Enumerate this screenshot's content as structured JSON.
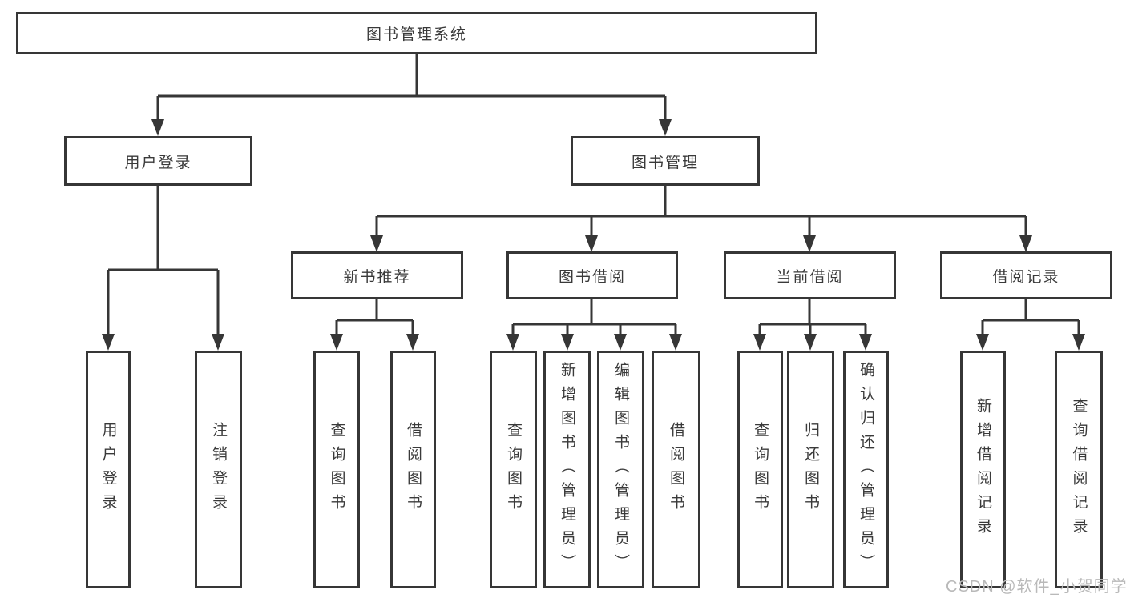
{
  "diagram": {
    "title": "图书管理系统",
    "root": {
      "label": "图书管理系统",
      "children": [
        {
          "label": "用户登录",
          "children": [
            {
              "label": "用户登录"
            },
            {
              "label": "注销登录"
            }
          ]
        },
        {
          "label": "图书管理",
          "children": [
            {
              "label": "新书推荐",
              "children": [
                {
                  "label": "查询图书"
                },
                {
                  "label": "借阅图书"
                }
              ]
            },
            {
              "label": "图书借阅",
              "children": [
                {
                  "label": "查询图书"
                },
                {
                  "label": "新增图书（管理员）"
                },
                {
                  "label": "编辑图书（管理员）"
                },
                {
                  "label": "借阅图书"
                }
              ]
            },
            {
              "label": "当前借阅",
              "children": [
                {
                  "label": "查询图书"
                },
                {
                  "label": "归还图书"
                },
                {
                  "label": "确认归还（管理员）"
                }
              ]
            },
            {
              "label": "借阅记录",
              "children": [
                {
                  "label": "新增借阅记录"
                },
                {
                  "label": "查询借阅记录"
                }
              ]
            }
          ]
        }
      ]
    }
  },
  "watermark": {
    "text": "CSDN @软件_小贺同学"
  },
  "colors": {
    "line": "#363636",
    "text": "#3a3a3a",
    "background": "#ffffff",
    "watermark": "#b9b9b9"
  }
}
